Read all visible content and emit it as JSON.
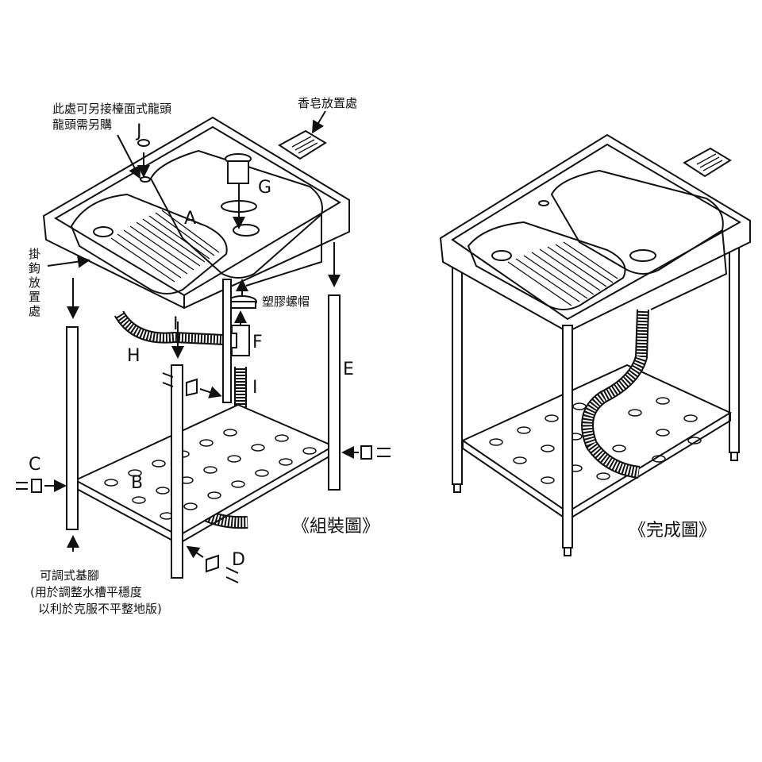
{
  "assembly": {
    "caption": "《組裝圖》",
    "parts": {
      "A": "A",
      "B": "B",
      "C": "C",
      "D": "D",
      "E": "E",
      "F": "F",
      "G": "G",
      "H": "H",
      "I1": "I",
      "I2": "I",
      "J": "J"
    },
    "notes": {
      "faucet_line1": "此處可另接檯面式龍頭",
      "faucet_line2": "龍頭需另購",
      "soap": "香皂放置處",
      "hook": [
        "掛",
        "鉤",
        "放",
        "置",
        "處"
      ],
      "nut": "塑膠螺帽",
      "foot_line1": "可調式基腳",
      "foot_line2": "(用於調整水槽平穩度",
      "foot_line3": "以利於克服不平整地版)"
    }
  },
  "finished": {
    "caption": "《完成圖》"
  }
}
